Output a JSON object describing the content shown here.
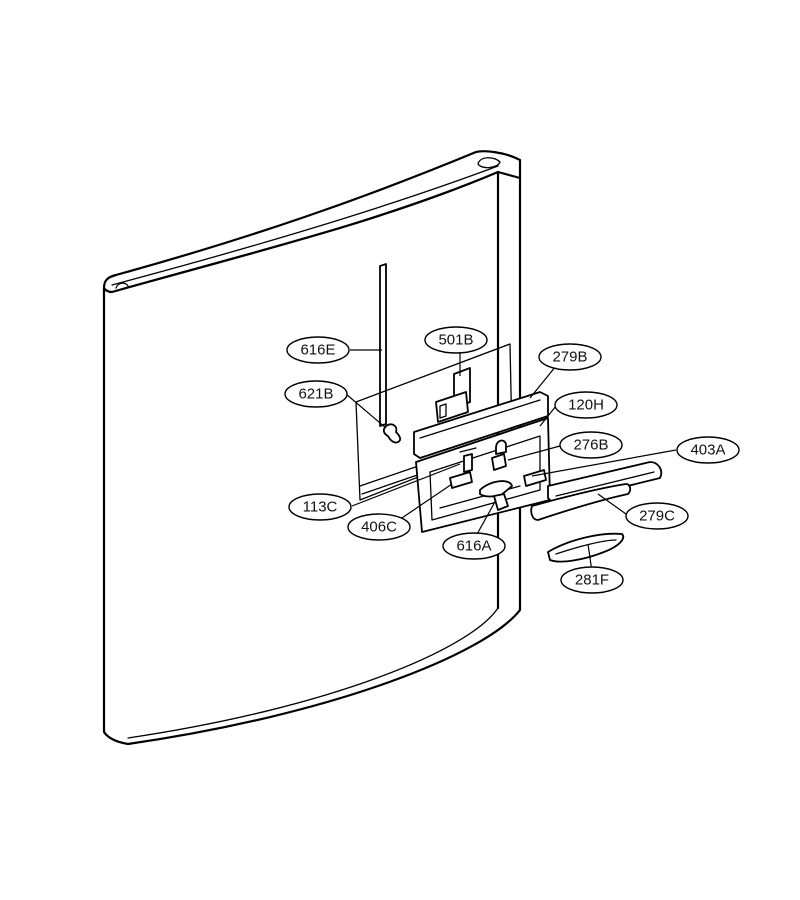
{
  "diagram": {
    "labels": {
      "l616E": "616E",
      "l501B": "501B",
      "l279B": "279B",
      "l621B": "621B",
      "l120H": "120H",
      "l276B": "276B",
      "l403A": "403A",
      "l113C": "113C",
      "l279C": "279C",
      "l406C": "406C",
      "l616A": "616A",
      "l281F": "281F"
    }
  }
}
